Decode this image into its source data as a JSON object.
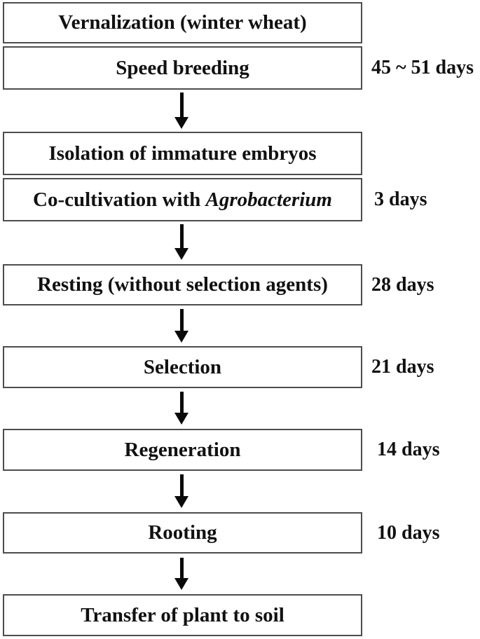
{
  "diagram": {
    "title": "Wheat transformation protocol flowchart",
    "background_color": "#ffffff",
    "box_border_color": "#4d4d4d",
    "text_color": "#111111",
    "arrow_color": "#0a0a0a",
    "steps": [
      {
        "id": "vernalization",
        "label": "Vernalization (winter wheat)"
      },
      {
        "id": "speed-breeding",
        "label": "Speed breeding",
        "duration": "45 ~ 51 days"
      },
      {
        "id": "isolation",
        "label": "Isolation of immature embryos"
      },
      {
        "id": "co-cultivation",
        "label_prefix": "Co-cultivation with ",
        "label_italic": "Agrobacterium",
        "duration": "3 days"
      },
      {
        "id": "resting",
        "label": "Resting (without selection agents)",
        "duration": "28 days"
      },
      {
        "id": "selection",
        "label": "Selection",
        "duration": "21 days"
      },
      {
        "id": "regeneration",
        "label": "Regeneration",
        "duration": "14 days"
      },
      {
        "id": "rooting",
        "label": "Rooting",
        "duration": "10 days"
      },
      {
        "id": "transfer",
        "label": "Transfer of plant to soil"
      }
    ]
  }
}
